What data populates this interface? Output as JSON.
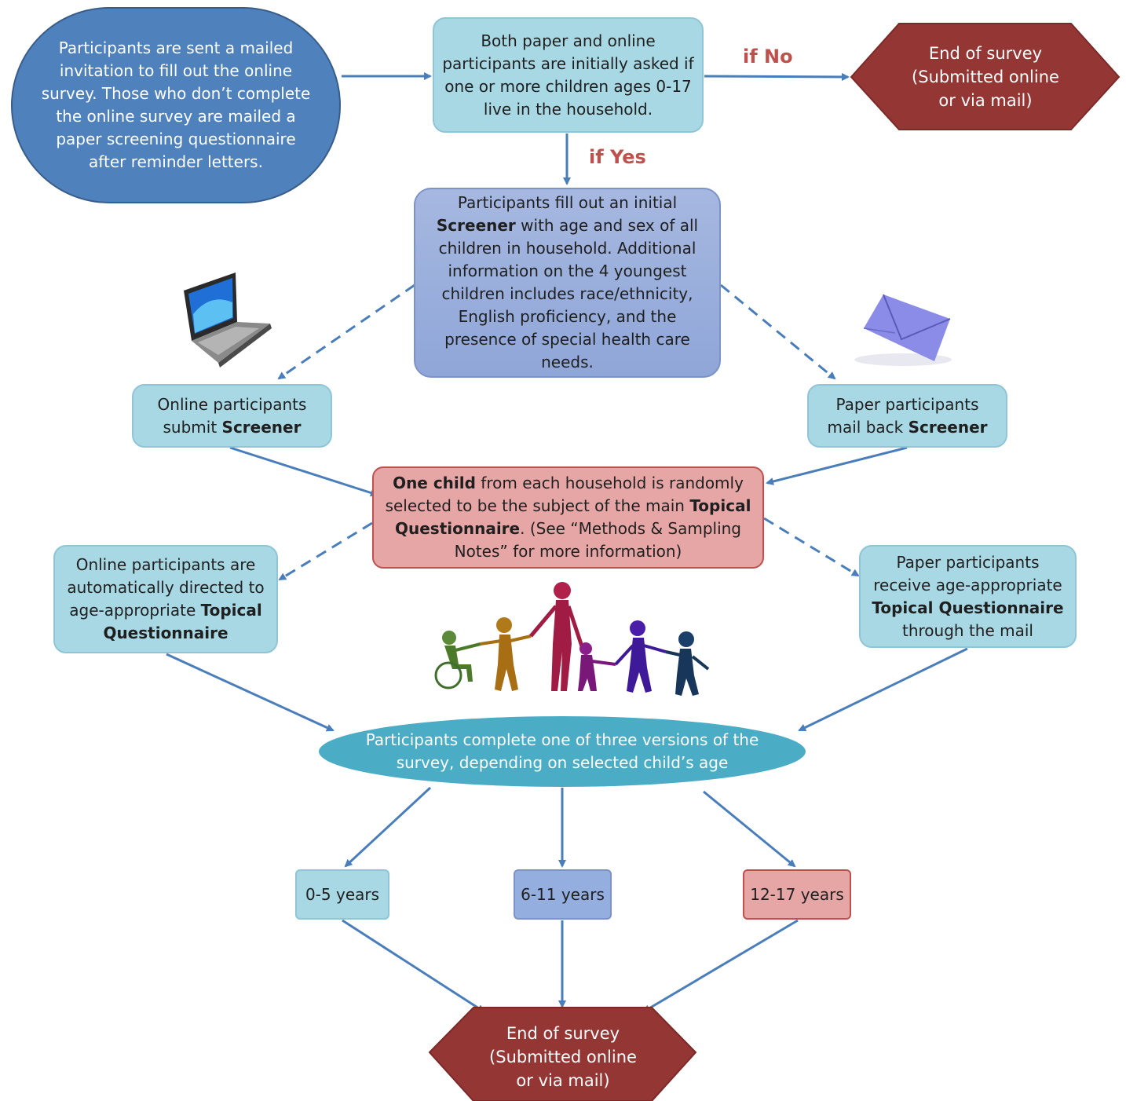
{
  "start_text": "Participants are sent a mailed invitation to fill out the online survey. Those who don’t complete the online survey are mailed a paper screening questionnaire after reminder letters.",
  "question_text": "Both paper and online participants are initially asked if one or more children ages 0-17 live in the household.",
  "branch_no": "if No",
  "branch_yes": "if Yes",
  "end_top": {
    "line1": "End of survey",
    "line2": "(Submitted online",
    "line3": "or via mail)"
  },
  "screener": {
    "pre": "Participants fill out an initial ",
    "bold": "Screener",
    "post": " with age and sex of all children in household. Additional information on the 4 youngest children includes race/ethnicity, English proficiency, and the presence of special health care needs."
  },
  "online_submit": {
    "pre": "Online participants submit ",
    "bold": "Screener"
  },
  "paper_submit": {
    "pre": "Paper participants mail back ",
    "bold": "Screener"
  },
  "one_child": {
    "bold1": "One child",
    "mid": " from each household is randomly selected to be the subject of the main ",
    "bold2": "Topical Questionnaire",
    "post": ". (See “Methods & Sampling Notes” for more information)"
  },
  "online_directed": {
    "pre": "Online participants are automatically directed to age-appropriate ",
    "bold": "Topical Questionnaire"
  },
  "paper_receive": {
    "pre": "Paper participants receive age-appropriate ",
    "bold": "Topical Questionnaire",
    "post": " through the mail"
  },
  "complete_text": "Participants complete one of three versions of the survey, depending on selected child’s age",
  "ages": [
    "0-5 years",
    "6-11 years",
    "12-17 years"
  ],
  "end_bottom": {
    "line1": "End of survey",
    "line2": "(Submitted online",
    "line3": "or via mail)"
  },
  "icons": [
    "laptop-icon",
    "envelope-icon",
    "family-figures-icon"
  ],
  "colors": {
    "start": "#4f81bd",
    "light_box": "#a8d8e4",
    "screener": "#95aee0",
    "one_child": "#e6a6a6",
    "complete": "#4bacc6",
    "end": "#943634",
    "branch_label": "#c0504d",
    "arrow": "#4a7ebb"
  }
}
